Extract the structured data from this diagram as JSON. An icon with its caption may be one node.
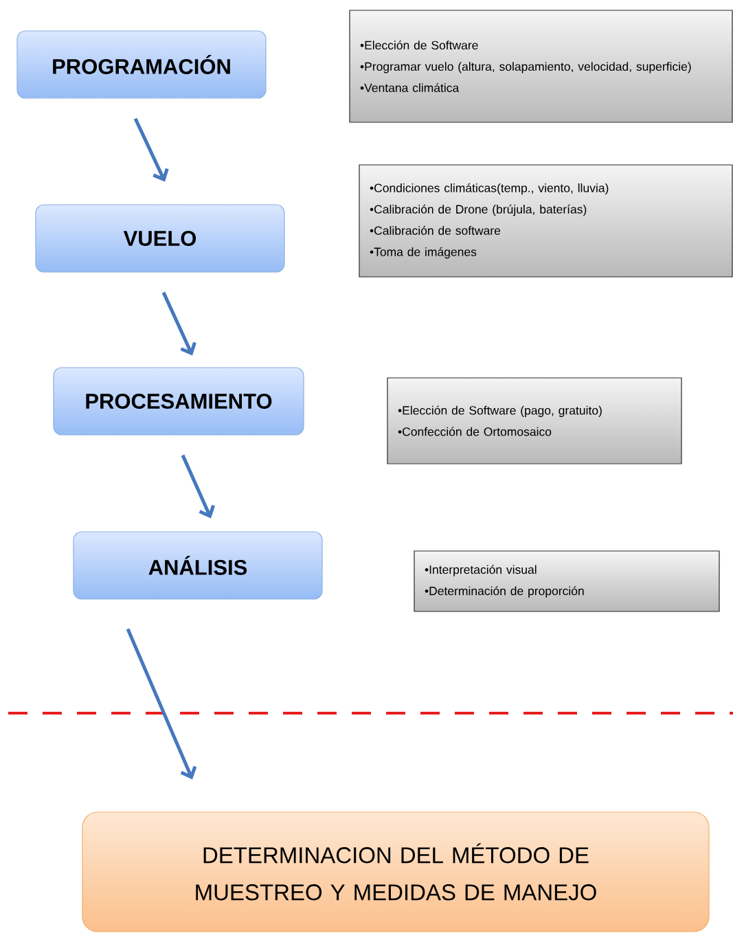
{
  "diagram": {
    "nodes": [
      {
        "text": [
          "PROGRAMACIÓN"
        ]
      },
      {
        "text": [
          "VUELO"
        ]
      },
      {
        "text": [
          "PROCESAMIENTO"
        ]
      },
      {
        "text": [
          "ANÁLISIS"
        ]
      },
      {
        "text": [
          "DETERMINACION DEL MÉTODO DE MUESTREO Y MEDIDAS DE MANEJO"
        ]
      },
      {
        "text": [
          "•Elección de Software",
          "•Programar vuelo (altura, solapamiento, velocidad, superficie)",
          "•Ventana climática"
        ]
      },
      {
        "text": [
          "•Condiciones climáticas(temp., viento, lluvia)",
          "•Calibración de Drone (brújula, baterías)",
          "•Calibración de software",
          "•Toma de imágenes"
        ]
      },
      {
        "text": [
          "•Elección  de Software (pago, gratuito)",
          "•Confección de Ortomosaico"
        ]
      },
      {
        "text": [
          "•Interpretación visual",
          "•Determinación de proporción"
        ]
      }
    ],
    "edges": [
      {
        "from": 0,
        "to": 1,
        "arrow": "to"
      },
      {
        "from": 1,
        "to": 2,
        "arrow": "to"
      },
      {
        "from": 2,
        "to": 3,
        "arrow": "to"
      },
      {
        "from": 3,
        "to": 4,
        "arrow": "to"
      }
    ]
  }
}
